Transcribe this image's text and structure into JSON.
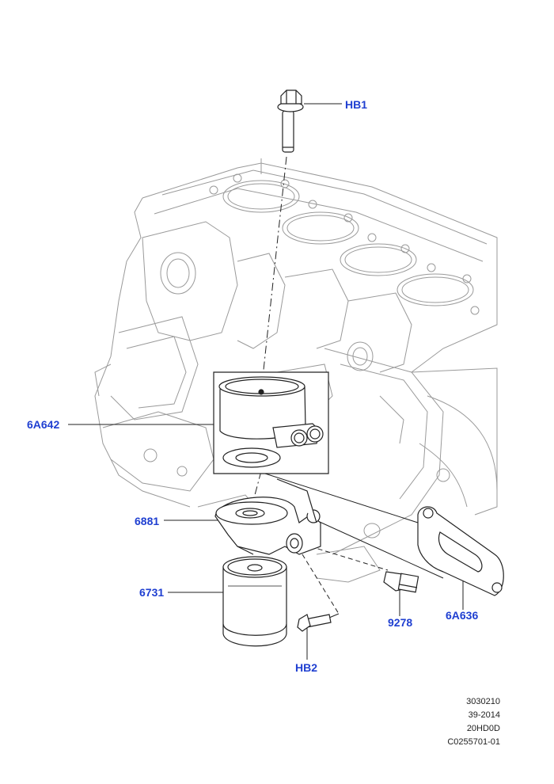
{
  "diagram": {
    "callouts": {
      "hb1": "HB1",
      "c6a642": "6A642",
      "c6881": "6881",
      "c6731": "6731",
      "c9278": "9278",
      "c6a636": "6A636",
      "hb2": "HB2"
    },
    "metadata": [
      "3030210",
      "39-2014",
      "20HD0D",
      "C0255701-01"
    ],
    "colors": {
      "callout": "#1f3fd1",
      "line": "#222222",
      "ghost": "#9a9a9a"
    }
  }
}
